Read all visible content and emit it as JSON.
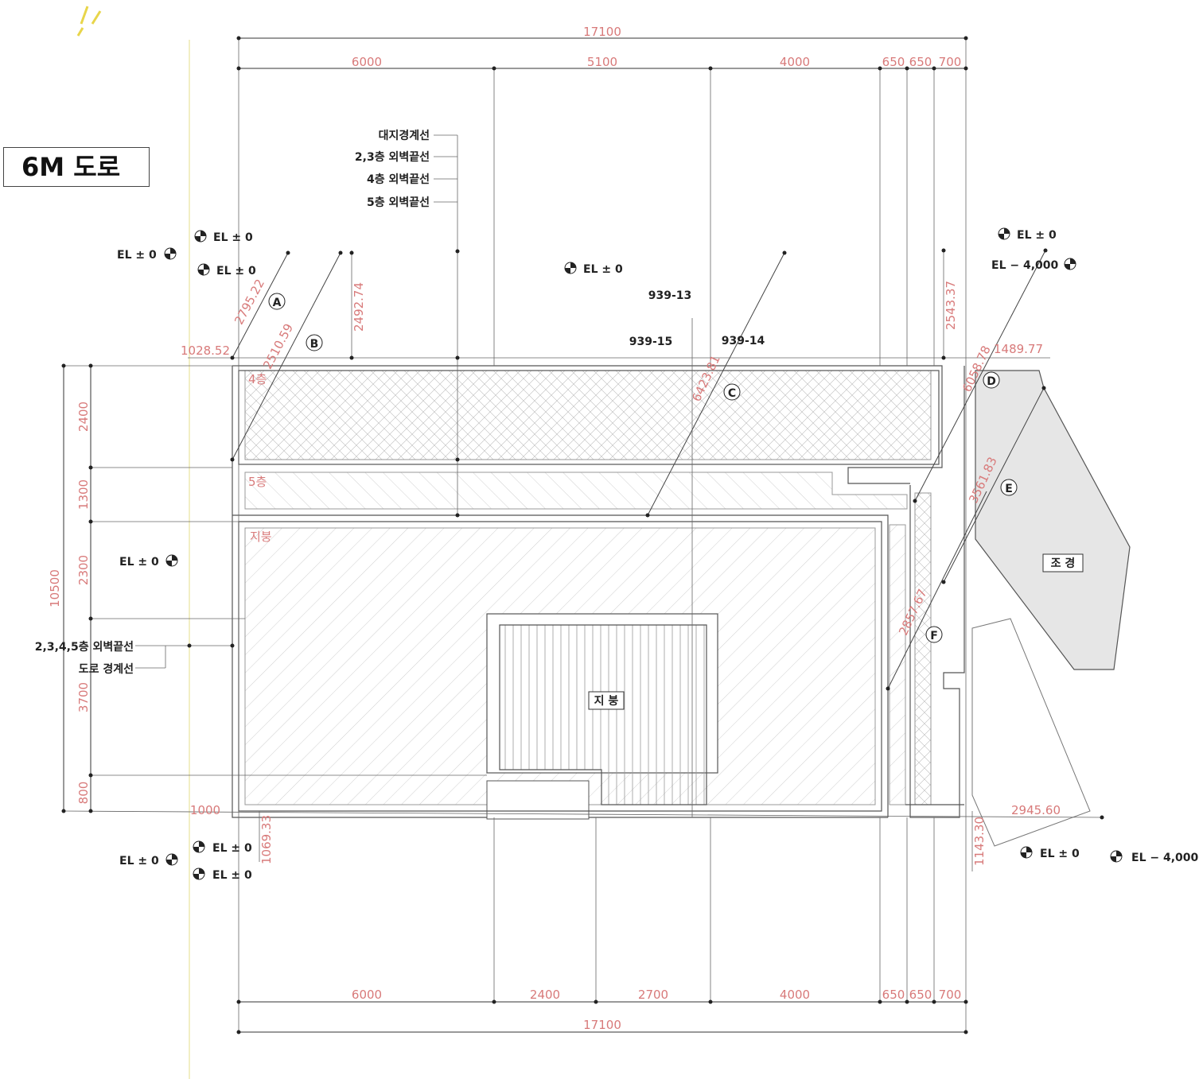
{
  "road_label": "6M 도로",
  "boundary_labels": [
    "대지경계선",
    "2,3층 외벽끝선",
    "4층 외벽끝선",
    "5층 외벽끝선"
  ],
  "side_labels": [
    "2,3,4,5층 외벽끝선",
    "도로 경계선"
  ],
  "lot_numbers": [
    "939-13",
    "939-15",
    "939-14"
  ],
  "top_dims": {
    "total": "17100",
    "parts": [
      "6000",
      "5100",
      "4000",
      "650",
      "650",
      "700"
    ]
  },
  "bottom_dims": {
    "total": "17100",
    "parts": [
      "6000",
      "2400",
      "2700",
      "4000",
      "650",
      "650",
      "700"
    ]
  },
  "left_dims": {
    "total": "10500",
    "parts": [
      "2400",
      "1300",
      "2300",
      "3700",
      "800"
    ]
  },
  "offset_dims": [
    "1028.52",
    "2795.22",
    "2510.59",
    "2492.74",
    "2543.37",
    "1489.77",
    "6423.81",
    "6058.78",
    "3561.83",
    "2857.67",
    "1000",
    "1069.33",
    "2945.60",
    "1143.30"
  ],
  "markers": [
    "A",
    "B",
    "C",
    "D",
    "E",
    "F"
  ],
  "elevations": [
    "EL ± 0",
    "EL ± 0",
    "EL ± 0",
    "EL ± 0",
    "EL ± 0",
    "EL − 4,000",
    "EL ± 0",
    "EL ± 0",
    "EL ± 0",
    "EL ± 0",
    "EL ± 0",
    "EL − 4,000"
  ],
  "zone_labels": [
    "4층",
    "5층",
    "지붕"
  ],
  "roof_label": "지 붕",
  "landscape_label": "조 경",
  "colors": {
    "dimension": "#d87a7a",
    "line": "#333333",
    "landscape": "#e6e6e6"
  }
}
